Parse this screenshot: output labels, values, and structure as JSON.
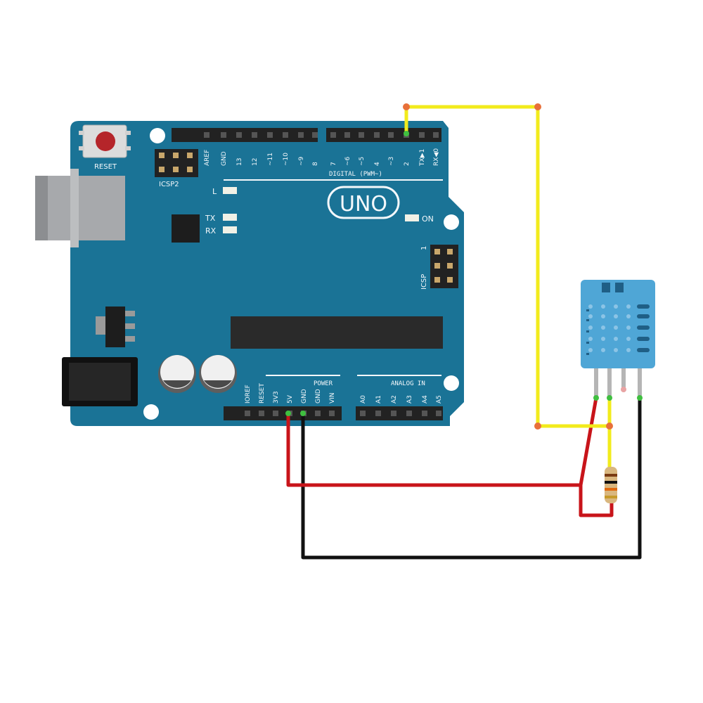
{
  "board": {
    "model": "UNO",
    "reset_label": "RESET",
    "icsp2_label": "ICSP2",
    "icsp_label": "ICSP",
    "icsp_pin1": "1",
    "led_l": "L",
    "led_tx": "TX",
    "led_rx": "RX",
    "led_on": "ON",
    "digital_label": "DIGITAL (PWM~)",
    "power_label": "POWER",
    "analog_label": "ANALOG IN",
    "digital_pins": [
      "AREF",
      "GND",
      "13",
      "12",
      "~11",
      "~10",
      "~9",
      "8",
      "7",
      "~6",
      "~5",
      "4",
      "~3",
      "2",
      "TX▶1",
      "RX◀0"
    ],
    "power_pins": [
      "IOREF",
      "RESET",
      "3V3",
      "5V",
      "GND",
      "GND",
      "VIN"
    ],
    "analog_pins": [
      "A0",
      "A1",
      "A2",
      "A3",
      "A4",
      "A5"
    ]
  },
  "colors": {
    "board": "#1a7396",
    "sensor": "#4fa6d6",
    "wire_data": "#f2eb1c",
    "wire_power": "#c8141a",
    "wire_ground": "#111111"
  }
}
